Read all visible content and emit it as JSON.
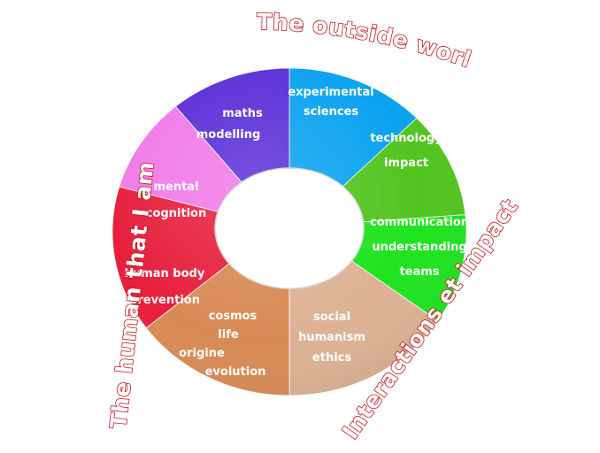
{
  "diagram": {
    "outer_labels": {
      "top": "The outside world",
      "left": "The human that I am",
      "right": "Interactions et impact"
    },
    "segments": [
      {
        "id": "experimental-sciences",
        "color": "#0aa2f0",
        "lines": [
          "experimental",
          "sciences"
        ]
      },
      {
        "id": "technology-impact",
        "color": "#52c41f",
        "lines": [
          "technology",
          "impact"
        ]
      },
      {
        "id": "communication",
        "color": "#1fe31f",
        "lines": [
          "communication",
          "understanding",
          "teams"
        ]
      },
      {
        "id": "social",
        "color": "#dcb293",
        "lines": [
          "social",
          "humanism",
          "ethics"
        ]
      },
      {
        "id": "cosmos",
        "color": "#d88a55",
        "lines": [
          "cosmos",
          "life",
          "origine",
          "evolution"
        ]
      },
      {
        "id": "human-body",
        "color": "#e61f3c",
        "lines": [
          "human body",
          "prevention"
        ]
      },
      {
        "id": "mental-cognition",
        "color": "#f07ae8",
        "lines": [
          "mental",
          "cognition"
        ]
      },
      {
        "id": "maths-modelling",
        "color": "#5a2fd6",
        "lines": [
          "maths",
          "modelling"
        ]
      }
    ]
  }
}
